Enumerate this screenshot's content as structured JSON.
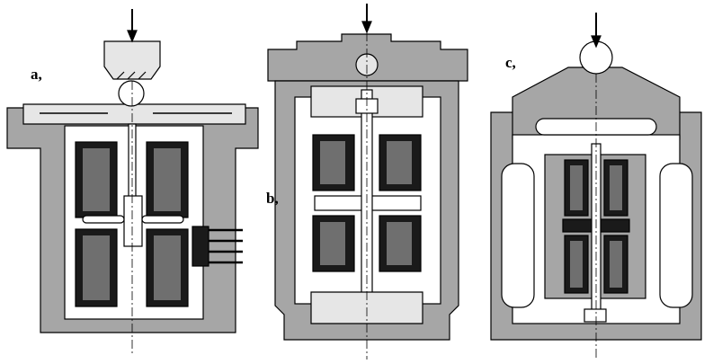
{
  "figure": {
    "labels": {
      "a": "a,",
      "b": "b,",
      "c": "c,"
    }
  },
  "colors": {
    "body": "#a6a6a6",
    "dark": "#1a1a1a",
    "core": "#6f6f6f",
    "white": "#ffffff",
    "line": "#000000"
  },
  "icons": [
    "force-arrow-icon",
    "ball-icon",
    "centerline-icon"
  ]
}
